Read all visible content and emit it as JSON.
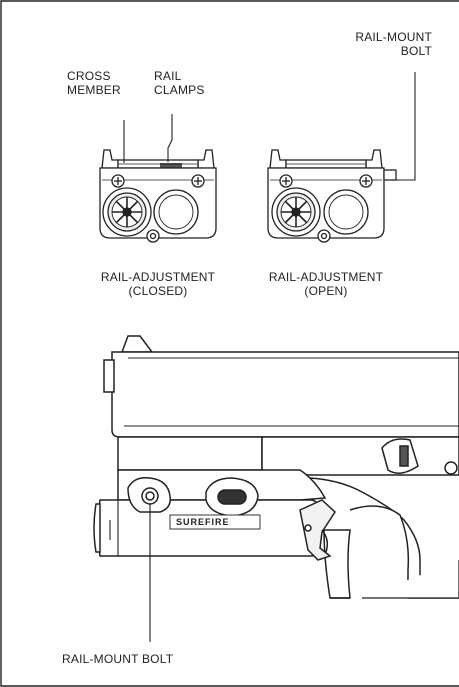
{
  "labels": {
    "cross_member": [
      "CROSS",
      "MEMBER"
    ],
    "rail_clamps": [
      "RAIL",
      "CLAMPS"
    ],
    "rail_mount_bolt_top": [
      "RAIL-MOUNT",
      "BOLT"
    ],
    "closed_caption": [
      "RAIL-ADJUSTMENT",
      "(CLOSED)"
    ],
    "open_caption": [
      "RAIL-ADJUSTMENT",
      "(OPEN)"
    ],
    "rail_mount_bolt_bottom": "RAIL-MOUNT BOLT"
  },
  "logo_text": "SUREFIRE",
  "colors": {
    "line": "#222222",
    "fill_light": "#f2f2f2",
    "fill_mid": "#d9d9d9",
    "fill_dark": "#333333"
  }
}
